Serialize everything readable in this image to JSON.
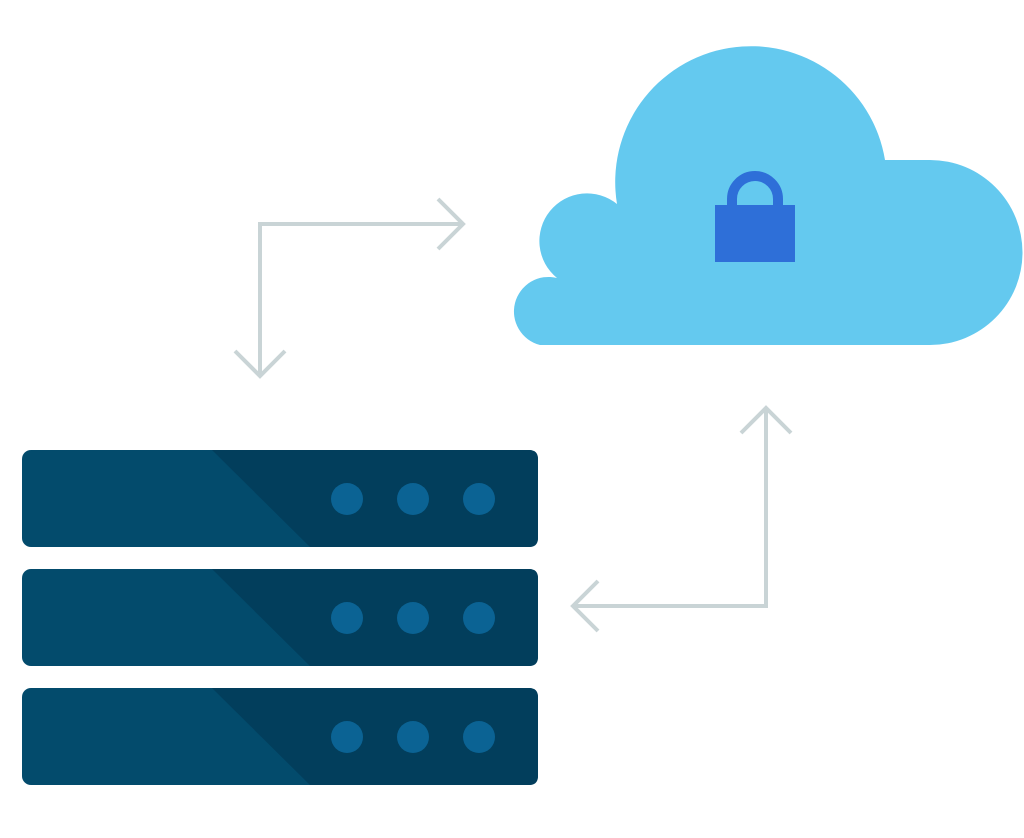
{
  "colors": {
    "background": "#ffffff",
    "cloud": "#64c9ef",
    "lock": "#2e6fd8",
    "server_light": "#034b6c",
    "server_dark": "#023e5c",
    "server_led": "#0b6394",
    "arrow": "#c9d4d6"
  },
  "elements": {
    "cloud": {
      "icon": "cloud-icon",
      "badge_icon": "lock-icon"
    },
    "server_rack": {
      "icon": "server-rack-icon",
      "unit_count": 3,
      "leds_per_unit": 3
    },
    "connectors": [
      {
        "from": "cloud",
        "to": "server-rack",
        "icon": "elbow-arrow-icon"
      },
      {
        "from": "server-rack",
        "to": "cloud",
        "icon": "elbow-arrow-icon"
      }
    ]
  }
}
